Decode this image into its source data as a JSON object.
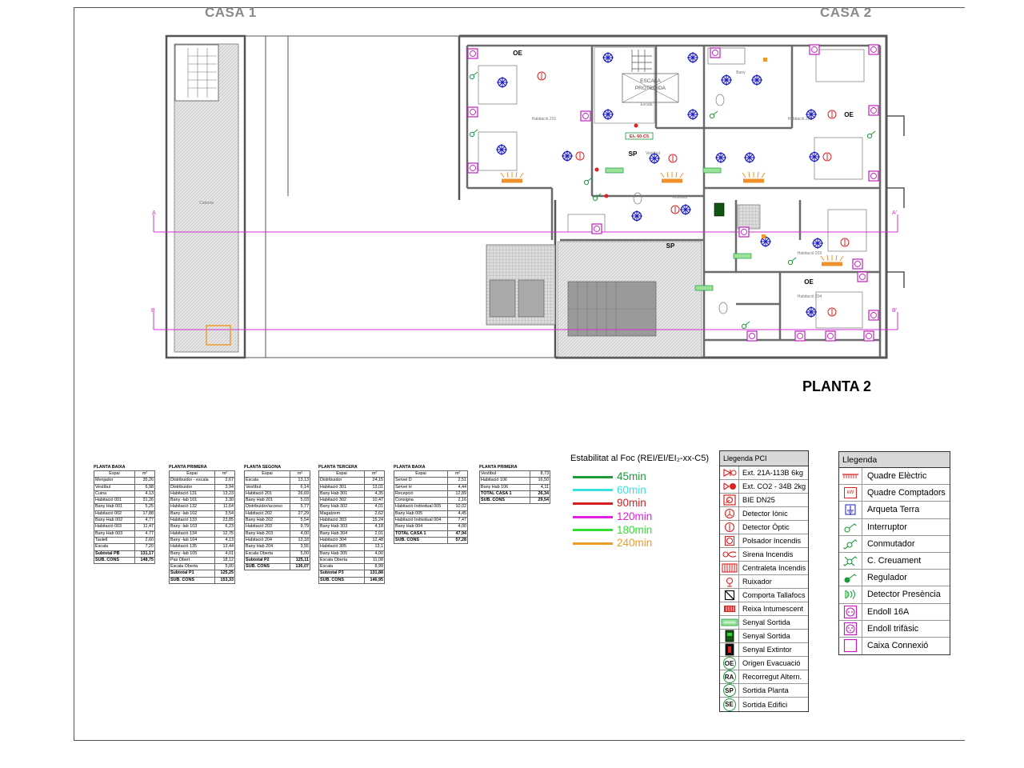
{
  "header": {
    "casa1": "CASA 1",
    "casa2": "CASA 2"
  },
  "plan": {
    "title": "PLANTA 2",
    "room_labels": {
      "oe_top": "OE",
      "oe_right": "OE",
      "oe_mid": "OE",
      "sp_upper": "SP",
      "sp_lower": "SP",
      "escala_protegida_1": "ESCALA",
      "escala_protegida_2": "PROTEGIDA",
      "escala": "Escala",
      "hab201": "Habitació 201",
      "hab202": "Habitació 202",
      "hab203": "Habitació 203",
      "hab204": "Habitació 204",
      "bany": "Bany",
      "rebedor": "Rebedor",
      "vestibul": "Vestíbul",
      "coberta": "Coberta",
      "ei60": "EI₂ 60-C5",
      "sec_a": "A",
      "sec_a2": "A'",
      "sec_b": "B",
      "sec_b2": "B'"
    }
  },
  "tables": [
    {
      "title": "PLANTA BAIXA",
      "header": [
        "Espai",
        "m²"
      ],
      "rows": [
        [
          "Menjador",
          "35,26"
        ],
        [
          "Vestíbul",
          "6,98"
        ],
        [
          "Cuina",
          "4,13"
        ],
        [
          "Habitació 001",
          "31,26"
        ],
        [
          "Bany Hab 001",
          "5,25"
        ],
        [
          "Habitació 002",
          "17,88"
        ],
        [
          "Bany Hab 002",
          "4,77"
        ],
        [
          "Habitació 003",
          "11,47"
        ],
        [
          "Bany Hab 003",
          "4,77"
        ],
        [
          "Taulell",
          "2,60"
        ],
        [
          "Escala",
          "7,20"
        ]
      ],
      "totals": [
        [
          "Subtotal PB",
          "131,17"
        ],
        [
          "SUB. CONS",
          "148,75"
        ]
      ]
    },
    {
      "title": "PLANTA PRIMERA",
      "header": [
        "Espai",
        "m²"
      ],
      "rows": [
        [
          "Distribuidor - escala",
          "2,67"
        ],
        [
          "Distribuidor",
          "3,94"
        ],
        [
          "Habitació 131",
          "13,23"
        ],
        [
          "Bany -lab 101",
          "3,30"
        ],
        [
          "Habitació 132",
          "11,64"
        ],
        [
          "Bany -lab 102",
          "3,54"
        ],
        [
          "Habitació 133",
          "23,85"
        ],
        [
          "Bany -lab 103",
          "6,23"
        ],
        [
          "Habitació 134",
          "12,75"
        ],
        [
          "Bany -lab 104",
          "4,13"
        ],
        [
          "Habitació 135",
          "13,44"
        ],
        [
          "Bany -lab 105",
          "4,01"
        ],
        [
          "Pas Obert",
          "18,12"
        ],
        [
          "Escala Oberta",
          "5,00"
        ]
      ],
      "totals": [
        [
          "Subtotal P1",
          "125,25"
        ],
        [
          "SUB. CONS",
          "153,33"
        ]
      ]
    },
    {
      "title": "PLANTA SEGONA",
      "header": [
        "Espai",
        "m²"
      ],
      "rows": [
        [
          "Escala",
          "13,13"
        ],
        [
          "Vestíbul",
          "6,14"
        ],
        [
          "Habitació 201",
          "26,69"
        ],
        [
          "Bany Hab 201",
          "5,03"
        ],
        [
          "Distribuidor/acceso",
          "5,77"
        ],
        [
          "Habitació 202",
          "27,29"
        ],
        [
          "Bany Hab 202",
          "5,54"
        ],
        [
          "Habitació 203",
          "9,79"
        ],
        [
          "Bany Hab 203",
          "4,00"
        ],
        [
          "Habitació 204",
          "13,18"
        ],
        [
          "Bany Hab 204",
          "3,55"
        ],
        [
          "Escala Oberta",
          "5,00"
        ]
      ],
      "totals": [
        [
          "Subtotal P2",
          "125,11"
        ],
        [
          "SUB. CONS",
          "136,07"
        ]
      ]
    },
    {
      "title": "PLANTA TERCERA",
      "header": [
        "Espai",
        "m²"
      ],
      "rows": [
        [
          "Distribuidor",
          "24,15"
        ],
        [
          "Habitació 301",
          "13,01"
        ],
        [
          "Bany Hab 301",
          "4,35"
        ],
        [
          "Habitació 302",
          "10,47"
        ],
        [
          "Bany Hab 302",
          "4,01"
        ],
        [
          "Magatzem",
          "2,62"
        ],
        [
          "Habitació 303",
          "15,24"
        ],
        [
          "Bany Hab 303",
          "4,18"
        ],
        [
          "Bany Hab 304",
          "2,01"
        ],
        [
          "Habitació 304",
          "12,48"
        ],
        [
          "Habitació 305",
          "13,1"
        ],
        [
          "Bany Hab 305",
          "4,00"
        ],
        [
          "Escala Oberta",
          "11,08"
        ],
        [
          "Escala",
          "8,99"
        ]
      ],
      "totals": [
        [
          "Subtotal P3",
          "131,88"
        ],
        [
          "SUB. CONS",
          "146,95"
        ]
      ]
    },
    {
      "title": "PLANTA BAIXA",
      "header": [
        "Espai",
        "m²"
      ],
      "rows": [
        [
          "Servei D",
          "2,51"
        ],
        [
          "Servei H",
          "4,44"
        ],
        [
          "Recepció",
          "12,89"
        ],
        [
          "Consigna",
          "2,16"
        ],
        [
          "Habitació Individual 005",
          "10,02"
        ],
        [
          "Bany Hab 005",
          "4,45"
        ],
        [
          "Habitació Individual 004",
          "7,47"
        ],
        [
          "Bany Hab 004",
          "4,00"
        ]
      ],
      "totals": [
        [
          "TOTAL CASA 1",
          "47,94"
        ],
        [
          "SUB. CONS",
          "57,28"
        ]
      ]
    },
    {
      "title": "PLANTA PRIMERA",
      "header": null,
      "rows": [
        [
          "Vestíbul",
          "8,73"
        ],
        [
          "Habitació 106",
          "16,50"
        ],
        [
          "Bany Hab 106",
          "4,11"
        ]
      ],
      "totals": [
        [
          "TOTAL CASA 1",
          "26,34"
        ],
        [
          "SUB. CONS",
          "29,54"
        ]
      ]
    }
  ],
  "fire_legend": {
    "title": "Estabilitat al Foc (REI/EI/EI₂-xx-C5)",
    "items": [
      {
        "label": "45min",
        "color": "#1f9a3a"
      },
      {
        "label": "60min",
        "color": "#38e0e0"
      },
      {
        "label": "90min",
        "color": "#d42020"
      },
      {
        "label": "120min",
        "color": "#e020e0"
      },
      {
        "label": "180min",
        "color": "#33dd33"
      },
      {
        "label": "240min",
        "color": "#f09a28"
      }
    ]
  },
  "pci_legend": {
    "title": "Llegenda PCI",
    "items": [
      {
        "icon": "extinguisher-abc-icon",
        "label": "Ext. 21A-113B 6kg"
      },
      {
        "icon": "extinguisher-co2-icon",
        "label": "Ext. CO2 - 34B 2kg"
      },
      {
        "icon": "bie-hose-icon",
        "label": "BIE DN25"
      },
      {
        "icon": "ionic-detector-icon",
        "label": "Detector Iònic"
      },
      {
        "icon": "optical-detector-icon",
        "label": "Detector Òptic"
      },
      {
        "icon": "fire-push-button-icon",
        "label": "Polsador Incendis"
      },
      {
        "icon": "siren-icon",
        "label": "Sirena Incendis"
      },
      {
        "icon": "fire-panel-icon",
        "label": "Centraleta Incendis"
      },
      {
        "icon": "sprinkler-icon",
        "label": "Ruixador"
      },
      {
        "icon": "fire-damper-icon",
        "label": "Comporta Tallafocs"
      },
      {
        "icon": "intumescent-grille-icon",
        "label": "Reixa Intumescent"
      },
      {
        "icon": "exit-sign-icon",
        "label": "Senyal Sortida"
      },
      {
        "icon": "exit-sign-green-icon",
        "label": "Senyal Sortida"
      },
      {
        "icon": "extinguisher-sign-icon",
        "label": "Senyal Extintor"
      },
      {
        "icon": "oe-origin-icon",
        "code": "OE",
        "label": "Origen Evacuació"
      },
      {
        "icon": "ra-route-icon",
        "code": "RA",
        "label": "Recorregut Altern."
      },
      {
        "icon": "sp-exit-icon",
        "code": "SP",
        "label": "Sortida Planta"
      },
      {
        "icon": "se-exit-icon",
        "code": "SE",
        "label": "Sortida Edifici"
      }
    ]
  },
  "legend": {
    "title": "Llegenda",
    "items": [
      {
        "icon": "electrical-panel-icon",
        "label": "Quadre Elèctric",
        "code": ""
      },
      {
        "icon": "meter-panel-icon",
        "label": "Quadre Comptadors",
        "code": "kW"
      },
      {
        "icon": "earth-box-icon",
        "label": "Arqueta  Terra",
        "code": ""
      },
      {
        "icon": "switch-icon",
        "label": "Interruptor",
        "code": ""
      },
      {
        "icon": "commutator-icon",
        "label": "Conmutador",
        "code": ""
      },
      {
        "icon": "crossover-switch-icon",
        "label": "C. Creuament",
        "code": ""
      },
      {
        "icon": "dimmer-icon",
        "label": "Regulador",
        "code": ""
      },
      {
        "icon": "presence-detector-icon",
        "label": "Detector Presència",
        "code": ""
      },
      {
        "icon": "socket-16a-icon",
        "label": "Endoll 16A",
        "code": ""
      },
      {
        "icon": "socket-3phase-icon",
        "label": "Endoll trifàsic",
        "code": ""
      },
      {
        "icon": "junction-box-icon",
        "label": "Caixa Connexió",
        "code": ""
      }
    ]
  }
}
